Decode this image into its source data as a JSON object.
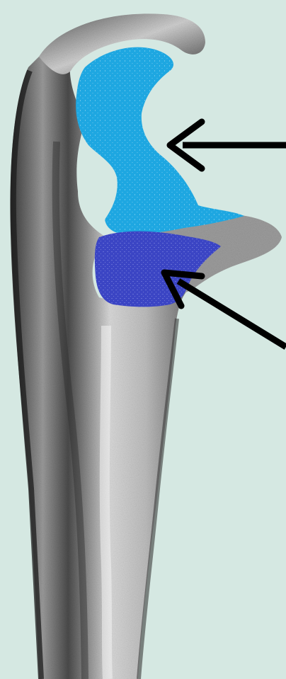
{
  "figure": {
    "subject": "ulna-proximal-end-illustration",
    "colors": {
      "background": "#d5e8e2",
      "bone_light": "#e2e2e2",
      "bone_dark": "#2b2b2b",
      "trochlear_notch": "#1ea7e1",
      "radial_notch": "#3b45c4",
      "arrow": "#000000"
    },
    "regions": [
      {
        "id": "trochlear-notch",
        "color_key": "trochlear_notch"
      },
      {
        "id": "radial-notch",
        "color_key": "radial_notch"
      }
    ],
    "arrows": [
      {
        "target": "trochlear-notch"
      },
      {
        "target": "radial-notch"
      }
    ]
  }
}
